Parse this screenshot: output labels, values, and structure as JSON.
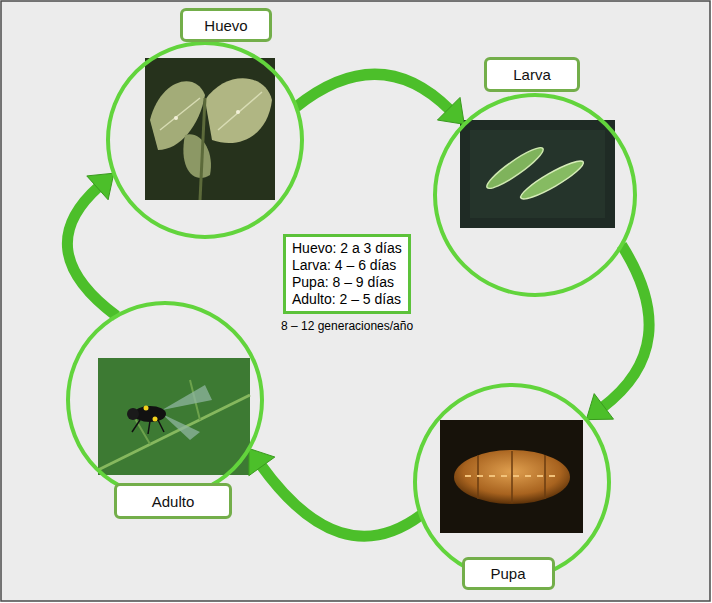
{
  "diagram": {
    "nodes": [
      {
        "text": [
          "Huevo"
        ]
      },
      {
        "text": [
          "Larva"
        ]
      },
      {
        "text": [
          "Pupa"
        ]
      },
      {
        "text": [
          "Adulto"
        ]
      },
      {
        "text": [
          "Huevo: 2 a 3 días",
          "Larva: 4 – 6 días",
          "Pupa: 8 – 9 días",
          "Adulto: 2 – 5 días"
        ]
      }
    ],
    "edges": [
      {
        "from": 0,
        "to": 1,
        "arrow": "to"
      },
      {
        "from": 1,
        "to": 2,
        "arrow": "to"
      },
      {
        "from": 2,
        "to": 3,
        "arrow": "to"
      },
      {
        "from": 3,
        "to": 0,
        "arrow": "to"
      }
    ],
    "labels": [
      "8 – 12 generaciones/año"
    ]
  }
}
